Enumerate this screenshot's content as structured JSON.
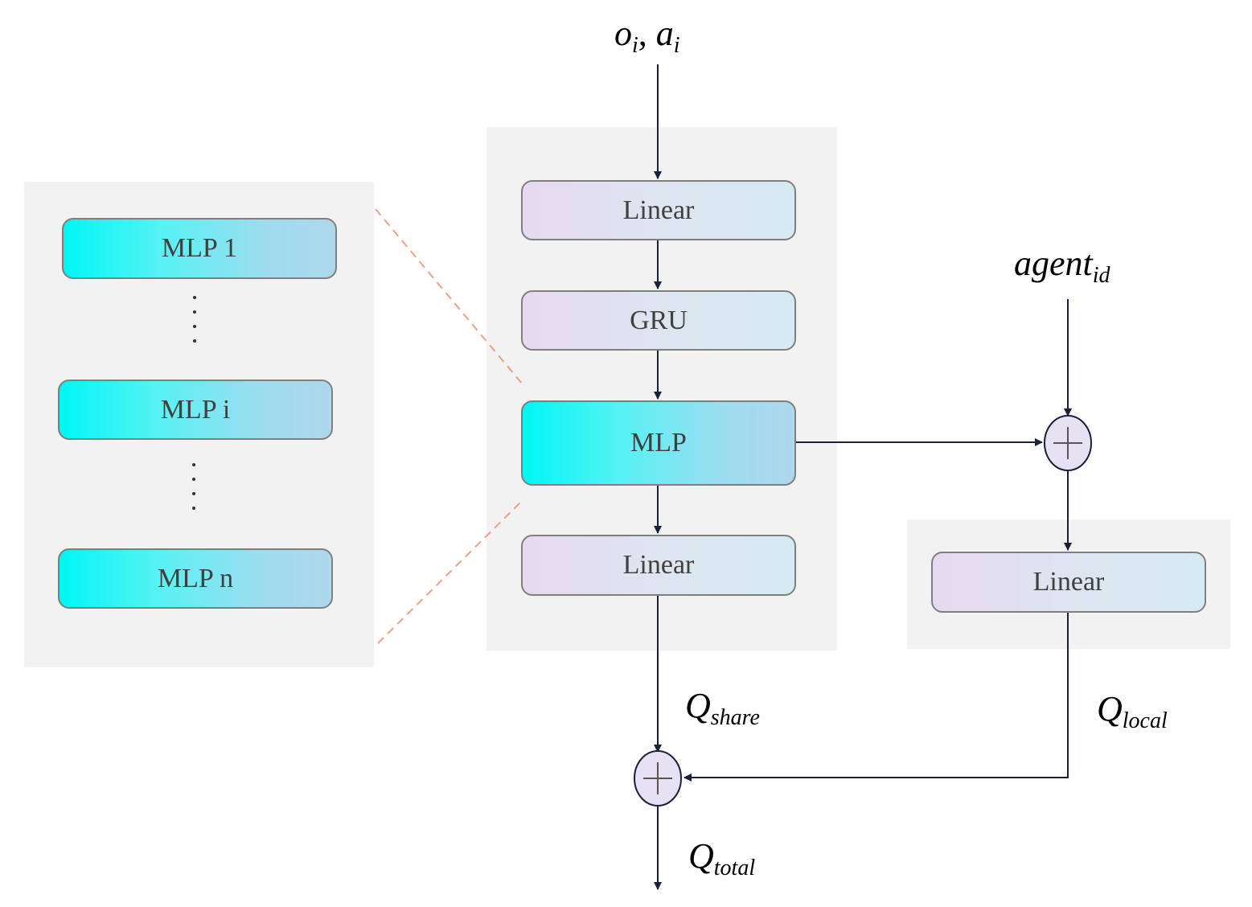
{
  "expanded_panel": {
    "blocks": [
      "MLP 1",
      "MLP i",
      "MLP n"
    ],
    "ellipsis": "⋮"
  },
  "main_stack": {
    "blocks": [
      "Linear",
      "GRU",
      "MLP",
      "Linear"
    ]
  },
  "local_stack": {
    "blocks": [
      "Linear"
    ]
  },
  "labels": {
    "input": {
      "base1": "o",
      "sub1": "i",
      "sep": ", ",
      "base2": "a",
      "sub2": "i"
    },
    "agent": {
      "base": "agent",
      "sub": "id"
    },
    "q_share": {
      "base": "Q",
      "sub": "share"
    },
    "q_local": {
      "base": "Q",
      "sub": "local"
    },
    "q_total": {
      "base": "Q",
      "sub": "total"
    }
  },
  "colors": {
    "panel": "#f2f2f2",
    "soft_block_start": "#e7d9ef",
    "soft_block_end": "#d6eaf2",
    "cyan_block_start": "#00f6f6",
    "cyan_block_end": "#aed8ec",
    "arrow": "#1a1f3a",
    "zoom_dash": "#f0a080"
  }
}
